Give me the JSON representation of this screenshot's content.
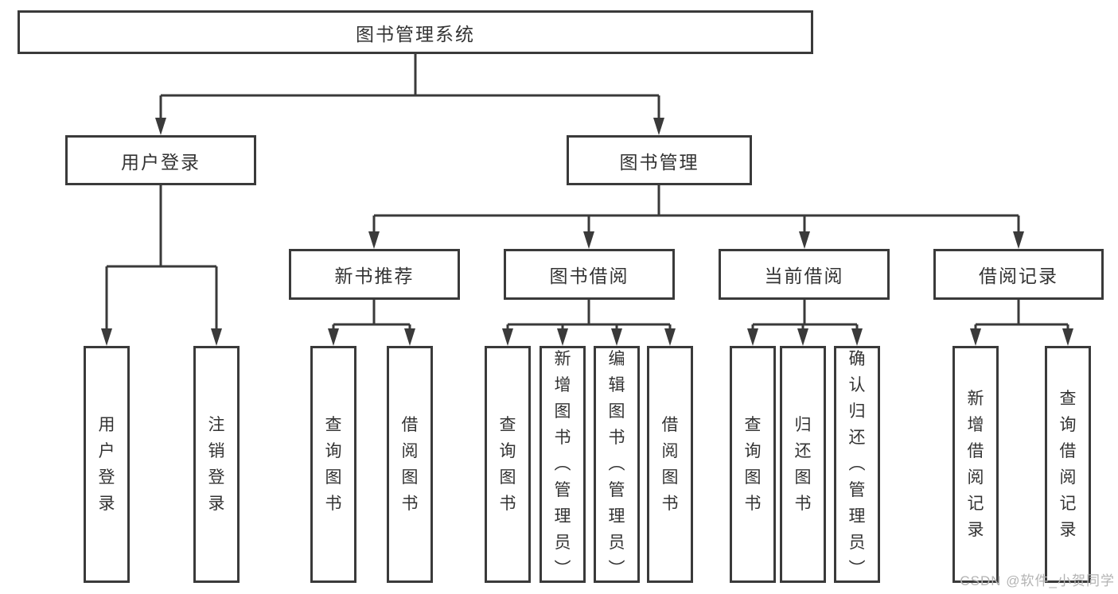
{
  "tree": {
    "root": "图书管理系统",
    "user_login": {
      "label": "用户登录",
      "children": [
        "用户登录",
        "注销登录"
      ]
    },
    "book_management": {
      "label": "图书管理",
      "sections": {
        "new_book_recommend": {
          "label": "新书推荐",
          "children": [
            "查询图书",
            "借阅图书"
          ]
        },
        "book_borrow": {
          "label": "图书借阅",
          "children": [
            "查询图书",
            "新增图书（管理员）",
            "编辑图书（管理员）",
            "借阅图书"
          ]
        },
        "current_borrow": {
          "label": "当前借阅",
          "children": [
            "查询图书",
            "归还图书",
            "确认归还（管理员）"
          ]
        },
        "borrow_record": {
          "label": "借阅记录",
          "children": [
            "新增借阅记录",
            "查询借阅记录"
          ]
        }
      }
    }
  },
  "watermark": "CSDN @软件_小贺同学",
  "colors": {
    "line": "#3a3a3a",
    "box_border": "#3a3a3a",
    "text": "#333333",
    "watermark_text": "#b3b3b3",
    "background": "#ffffff"
  }
}
